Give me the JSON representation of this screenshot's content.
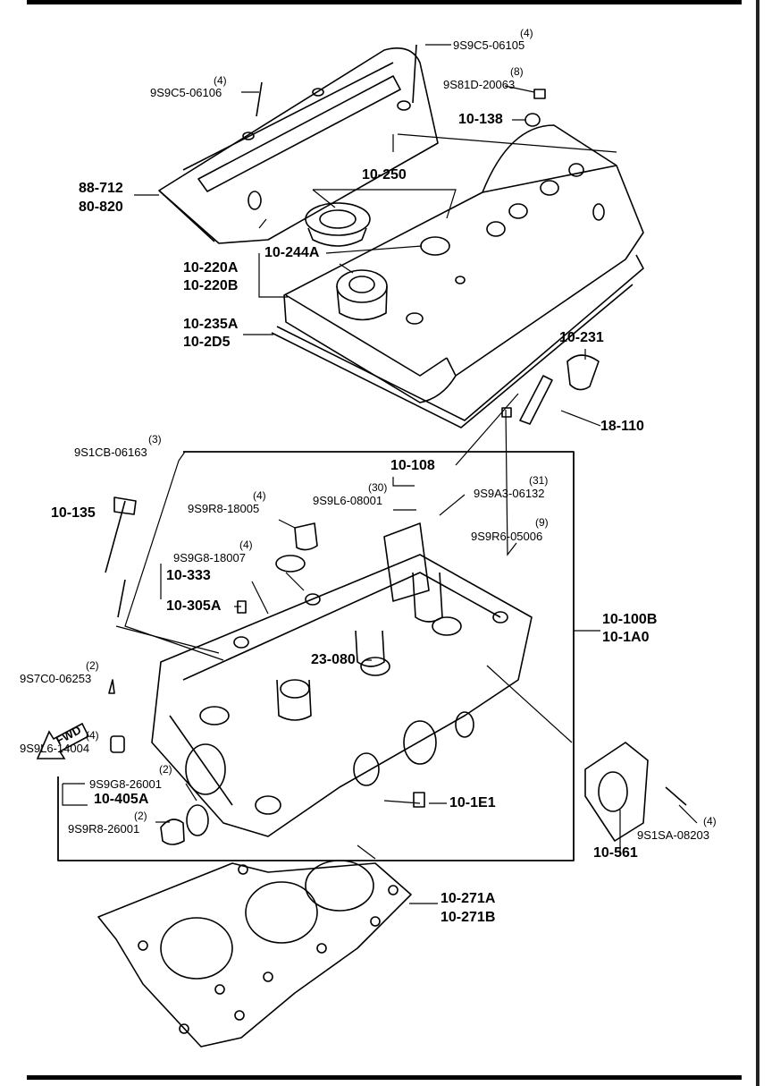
{
  "labels": [
    {
      "key": "qty_9s9c5_06105",
      "text": "(4)",
      "kind": "qty"
    },
    {
      "key": "p_9s9c5_06105",
      "text": "9S9C5-06105",
      "kind": "part"
    },
    {
      "key": "qty_9s9c5_06106",
      "text": "(4)",
      "kind": "qty"
    },
    {
      "key": "p_9s9c5_06106",
      "text": "9S9C5-06106",
      "kind": "part"
    },
    {
      "key": "qty_9s81d_20063",
      "text": "(8)",
      "kind": "qty"
    },
    {
      "key": "p_9s81d_20063",
      "text": "9S81D-20063",
      "kind": "part"
    },
    {
      "key": "p_10_138",
      "text": "10-138",
      "kind": "bold"
    },
    {
      "key": "p_88_712",
      "text": "88-712",
      "kind": "bold"
    },
    {
      "key": "p_80_820",
      "text": "80-820",
      "kind": "bold"
    },
    {
      "key": "p_10_250",
      "text": "10-250",
      "kind": "bold"
    },
    {
      "key": "p_10_244a",
      "text": "10-244A",
      "kind": "bold"
    },
    {
      "key": "p_10_220a",
      "text": "10-220A",
      "kind": "bold"
    },
    {
      "key": "p_10_220b",
      "text": "10-220B",
      "kind": "bold"
    },
    {
      "key": "p_10_235a",
      "text": "10-235A",
      "kind": "bold"
    },
    {
      "key": "p_10_2d5",
      "text": "10-2D5",
      "kind": "bold"
    },
    {
      "key": "p_10_231",
      "text": "10-231",
      "kind": "bold"
    },
    {
      "key": "p_18_110",
      "text": "18-110",
      "kind": "bold"
    },
    {
      "key": "qty_9s1cb_06163",
      "text": "(3)",
      "kind": "qty"
    },
    {
      "key": "p_9s1cb_06163",
      "text": "9S1CB-06163",
      "kind": "part"
    },
    {
      "key": "p_10_108",
      "text": "10-108",
      "kind": "bold"
    },
    {
      "key": "qty_9s9l6_08001",
      "text": "(30)",
      "kind": "qty"
    },
    {
      "key": "p_9s9l6_08001",
      "text": "9S9L6-08001",
      "kind": "part"
    },
    {
      "key": "qty_9s9a3_06132",
      "text": "(31)",
      "kind": "qty"
    },
    {
      "key": "p_9s9a3_06132",
      "text": "9S9A3-06132",
      "kind": "part"
    },
    {
      "key": "p_10_135",
      "text": "10-135",
      "kind": "bold"
    },
    {
      "key": "qty_9s9r8_18005",
      "text": "(4)",
      "kind": "qty"
    },
    {
      "key": "p_9s9r8_18005",
      "text": "9S9R8-18005",
      "kind": "part"
    },
    {
      "key": "qty_9s9r6_05006",
      "text": "(9)",
      "kind": "qty"
    },
    {
      "key": "p_9s9r6_05006",
      "text": "9S9R6-05006",
      "kind": "part"
    },
    {
      "key": "qty_9s9g8_18007",
      "text": "(4)",
      "kind": "qty"
    },
    {
      "key": "p_9s9g8_18007",
      "text": "9S9G8-18007",
      "kind": "part"
    },
    {
      "key": "p_10_333",
      "text": "10-333",
      "kind": "bold"
    },
    {
      "key": "p_10_305a",
      "text": "10-305A",
      "kind": "bold"
    },
    {
      "key": "p_10_100b",
      "text": "10-100B",
      "kind": "bold"
    },
    {
      "key": "p_10_1a0",
      "text": "10-1A0",
      "kind": "bold"
    },
    {
      "key": "qty_9s7c0_06253",
      "text": "(2)",
      "kind": "qty"
    },
    {
      "key": "p_9s7c0_06253",
      "text": "9S7C0-06253",
      "kind": "part"
    },
    {
      "key": "p_23_080",
      "text": "23-080",
      "kind": "bold"
    },
    {
      "key": "qty_9s9l6_14004",
      "text": "(4)",
      "kind": "qty"
    },
    {
      "key": "p_9s9l6_14004",
      "text": "9S9L6-14004",
      "kind": "part"
    },
    {
      "key": "qty_9s9g8_26001",
      "text": "(2)",
      "kind": "qty"
    },
    {
      "key": "p_9s9g8_26001",
      "text": "9S9G8-26001",
      "kind": "part"
    },
    {
      "key": "p_10_405a",
      "text": "10-405A",
      "kind": "bold"
    },
    {
      "key": "qty_9s9r8_26001",
      "text": "(2)",
      "kind": "qty"
    },
    {
      "key": "p_9s9r8_26001",
      "text": "9S9R8-26001",
      "kind": "part"
    },
    {
      "key": "p_10_1e1",
      "text": "10-1E1",
      "kind": "bold"
    },
    {
      "key": "qty_9s1sa_08203",
      "text": "(4)",
      "kind": "qty"
    },
    {
      "key": "p_9s1sa_08203",
      "text": "9S1SA-08203",
      "kind": "part"
    },
    {
      "key": "p_10_561",
      "text": "10-561",
      "kind": "bold"
    },
    {
      "key": "p_10_271a",
      "text": "10-271A",
      "kind": "bold"
    },
    {
      "key": "p_10_271b",
      "text": "10-271B",
      "kind": "bold"
    }
  ],
  "fwd_badge": {
    "text": "FWD",
    "icon": "fwd-arrow-icon"
  }
}
